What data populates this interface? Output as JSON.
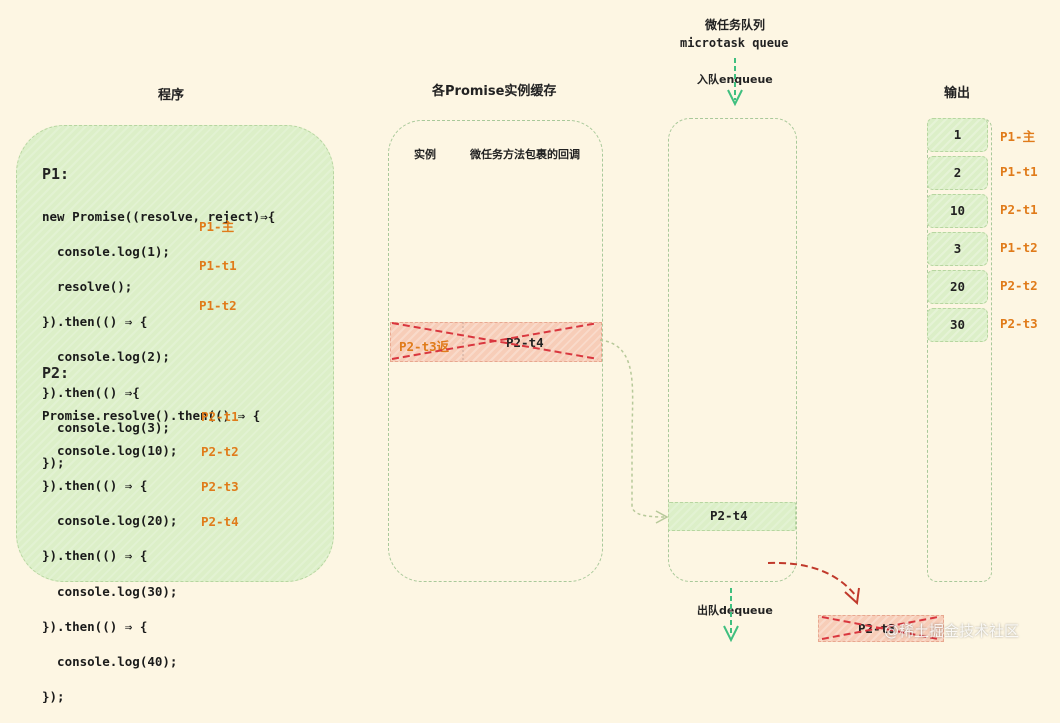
{
  "headers": {
    "program": "程序",
    "cache": "各Promise实例缓存",
    "queue_line1": "微任务队列",
    "queue_line2": "microtask queue",
    "output": "输出"
  },
  "queue": {
    "enqueue": "入队enqueue",
    "dequeue": "出队dequeue",
    "item": "P2-t4",
    "dequeued_item": "P2-t3"
  },
  "cache": {
    "col_instance": "实例",
    "col_callback": "微任务方法包裹的回调",
    "row_instance": "P2-t3返",
    "row_callback": "P2-t4"
  },
  "program": {
    "p1": {
      "name": "P1:",
      "lines": [
        "new Promise((resolve, reject)⇒{",
        "  console.log(1);",
        "  resolve();",
        "}).then(() ⇒ {",
        "  console.log(2);",
        "}).then(() ⇒{",
        "  console.log(3);",
        "});"
      ],
      "tags": [
        "P1-主",
        "P1-t1",
        "P1-t2"
      ]
    },
    "p2": {
      "name": "P2:",
      "lines": [
        "Promise.resolve().then(() ⇒ {",
        "  console.log(10);",
        "}).then(() ⇒ {",
        "  console.log(20);",
        "}).then(() ⇒ {",
        "  console.log(30);",
        "}).then(() ⇒ {",
        "  console.log(40);",
        "});"
      ],
      "tags": [
        "P2-t1",
        "P2-t2",
        "P2-t3",
        "P2-t4"
      ]
    }
  },
  "output": {
    "items": [
      {
        "value": "1",
        "label": "P1-主"
      },
      {
        "value": "2",
        "label": "P1-t1"
      },
      {
        "value": "10",
        "label": "P2-t1"
      },
      {
        "value": "3",
        "label": "P1-t2"
      },
      {
        "value": "20",
        "label": "P2-t2"
      },
      {
        "value": "30",
        "label": "P2-t3"
      }
    ]
  },
  "watermark": "@稀土掘金技术社区",
  "colors": {
    "background": "#fdf6e3",
    "green_fill": "#dcefc8",
    "orange_text": "#e07b1a",
    "red_dash": "#d9363e",
    "arrow_green": "#3fbf7f"
  }
}
